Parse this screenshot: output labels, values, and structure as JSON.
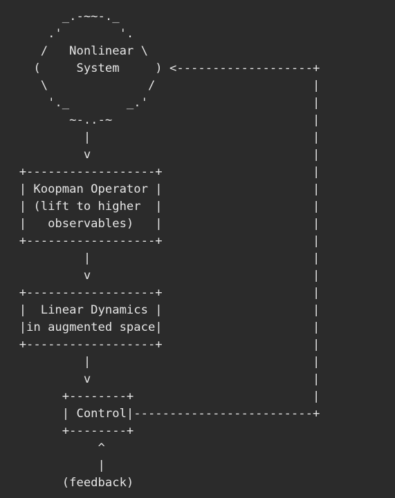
{
  "diagram": {
    "lines": [
      "        _.-~~-._",
      "      .'        '.",
      "     /   Nonlinear \\",
      "    (     System     ) <-------------------+",
      "     \\              /                      |",
      "      '._        _.'                       |",
      "         ~-..-~                            |",
      "           |                               |",
      "           v                               |",
      "  +------------------+                     |",
      "  | Koopman Operator |                     |",
      "  | (lift to higher  |                     |",
      "  |   observables)   |                     |",
      "  +------------------+                     |",
      "           |                               |",
      "           v                               |",
      "  +------------------+                     |",
      "  |  Linear Dynamics |                     |",
      "  |in augmented space|                     |",
      "  +------------------+                     |",
      "           |                               |",
      "           v                               |",
      "        +--------+                         |",
      "        | Control|-------------------------+",
      "        +--------+",
      "             ^",
      "             |",
      "        (feedback)"
    ]
  }
}
